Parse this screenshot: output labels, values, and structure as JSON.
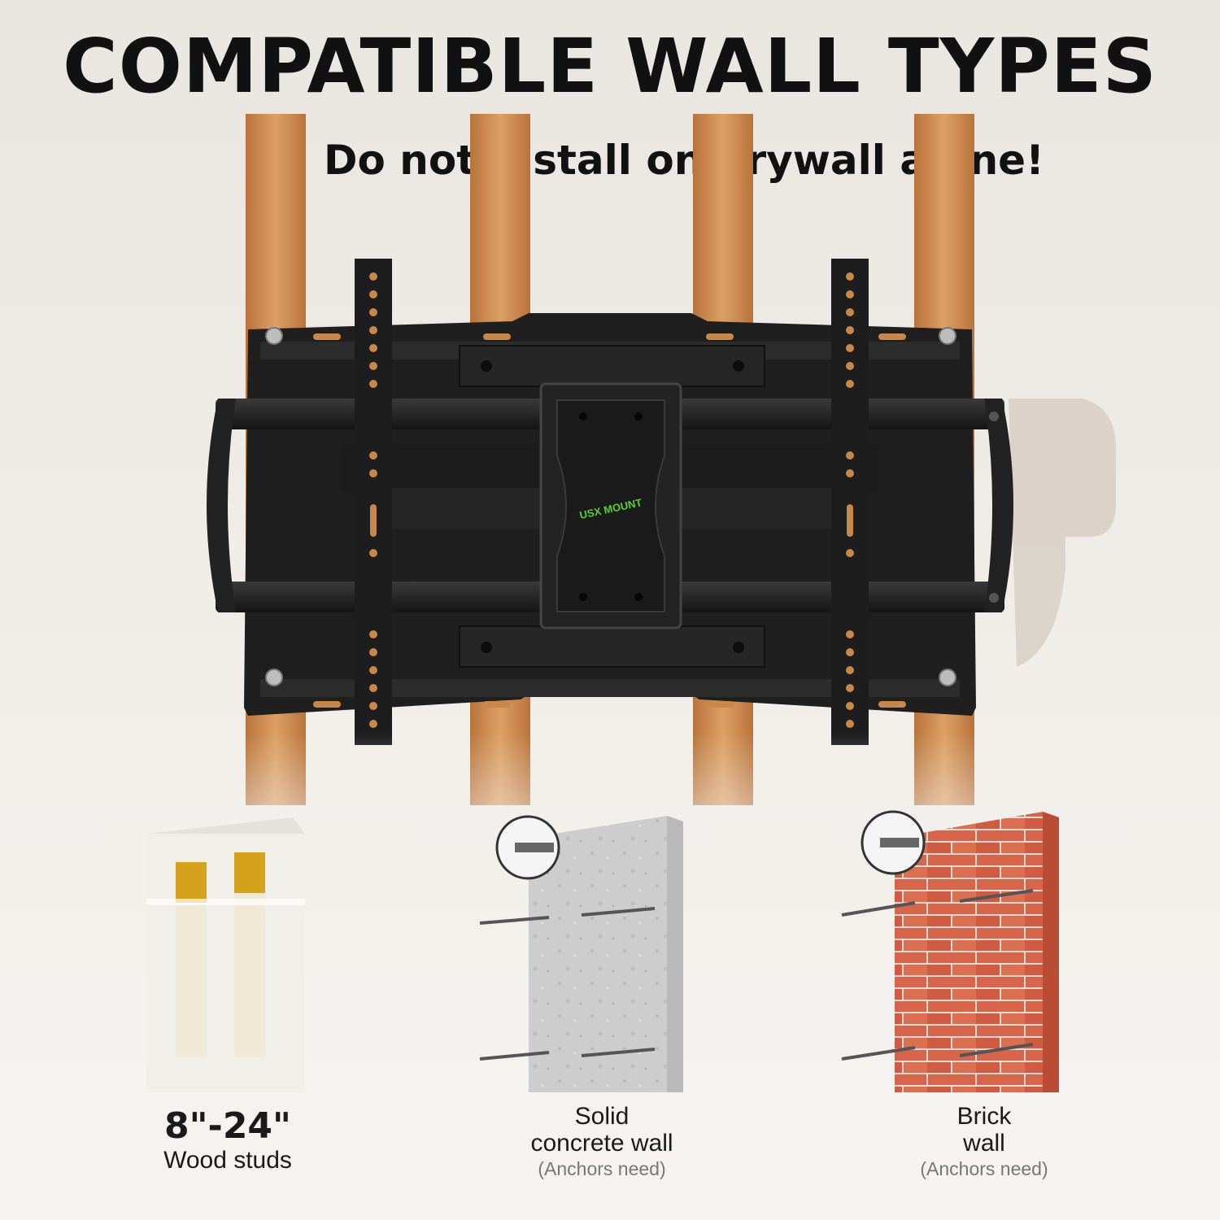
{
  "title": "COMPATIBLE WALL TYPES",
  "warning": "Do not install on drywall alone!",
  "logo_text": "USX MOUNT",
  "wall_types": [
    {
      "value": "8\"-24\"",
      "label": "Wood studs"
    },
    {
      "label_line1": "Solid",
      "label_line2": "concrete wall",
      "note": "(Anchors need)"
    },
    {
      "label_line1": "Brick",
      "label_line2": "wall",
      "note": "(Anchors need)"
    }
  ],
  "colors": {
    "wood": "#c9884a",
    "mount": "#1e1e1e",
    "warning_red": "#e3262b",
    "concrete": "#cfcfcf",
    "brick": "#d9694a",
    "logo_green": "#58d22c"
  }
}
